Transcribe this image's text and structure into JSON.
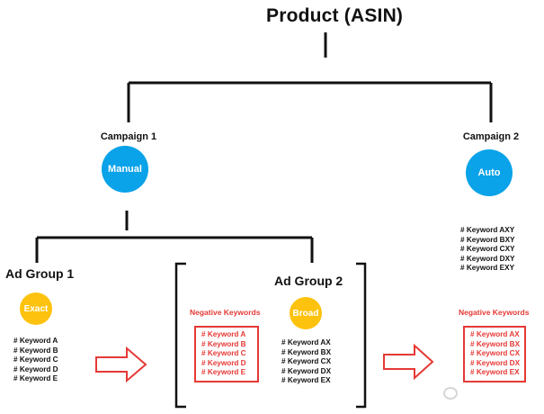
{
  "title": "Product (ASIN)",
  "campaign1": {
    "label": "Campaign 1",
    "type": "Manual"
  },
  "campaign2": {
    "label": "Campaign 2",
    "type": "Auto",
    "keywords": [
      "# Keyword AXY",
      "# Keyword BXY",
      "# Keyword CXY",
      "# Keyword DXY",
      "# Keyword EXY"
    ],
    "negative_title": "Negative Keywords",
    "negative_keywords": [
      "# Keyword AX",
      "# Keyword BX",
      "# Keyword CX",
      "# Keyword DX",
      "# Keyword EX"
    ]
  },
  "adgroup1": {
    "label": "Ad Group 1",
    "match": "Exact",
    "keywords": [
      "# Keyword A",
      "# Keyword B",
      "# Keyword C",
      "# Keyword D",
      "# Keyword E"
    ]
  },
  "adgroup2": {
    "label": "Ad Group 2",
    "match": "Broad",
    "negative_title": "Negative Keywords",
    "negative_keywords": [
      "# Keyword A",
      "# Keyword B",
      "# Keyword C",
      "# Keyword D",
      "# Keyword E"
    ],
    "keywords": [
      "# Keyword AX",
      "# Keyword BX",
      "# Keyword CX",
      "# Keyword DX",
      "# Keyword EX"
    ]
  },
  "colors": {
    "lines": "#111111",
    "campaign_circle": "#0aa2e8",
    "adgroup_circle": "#fdc20d",
    "negative": "#e53935"
  }
}
